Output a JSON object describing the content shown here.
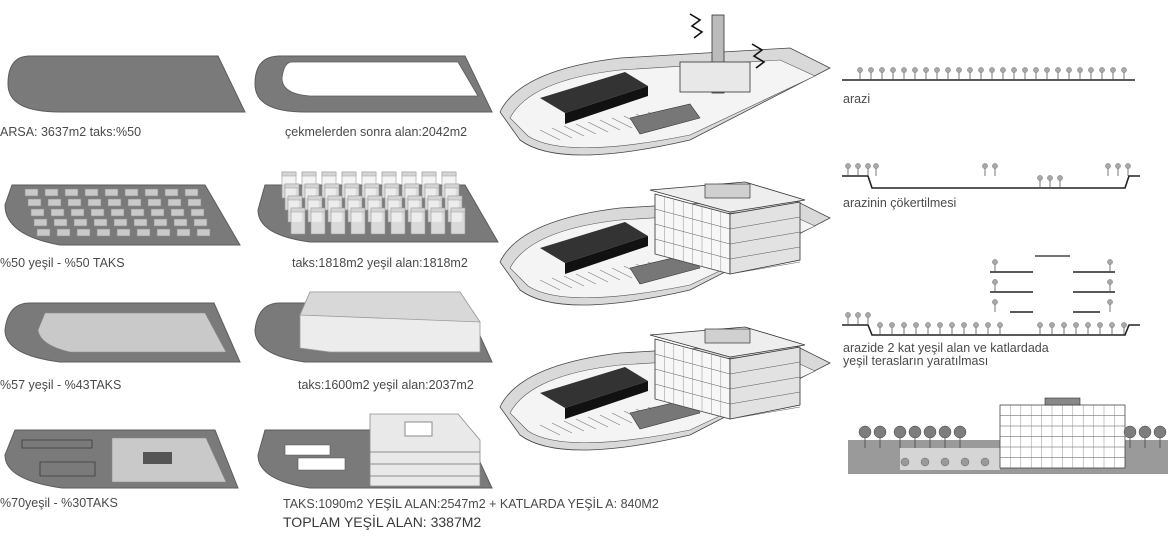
{
  "diagram_labels": {
    "row1_left": "ARSA: 3637m2   taks:%50",
    "row1_mid": "çekmelerden sonra alan:2042m2",
    "row2_left": "%50 yeşil - %50 TAKS",
    "row2_mid": "taks:1818m2      yeşil alan:1818m2",
    "row3_left": "%57 yeşil - %43TAKS",
    "row3_mid": "taks:1600m2      yeşil alan:2037m2",
    "row4_left": "%70yeşil - %30TAKS",
    "row4_mid": "TAKS:1090m2      YEŞİL ALAN:2547m2  + KATLARDA YEŞİL A: 840M2",
    "row4_total": "TOPLAM YEŞİL ALAN: 3387M2",
    "section1": "arazi",
    "section2": "arazinin çökertilmesi",
    "section3_line1": "arazide 2 kat yeşil alan ve katlardada",
    "section3_line2": "yeşil terasların yaratılması"
  },
  "colors": {
    "site_fill": "#7a7a7a",
    "site_edge": "#5c5c5c",
    "inner_white": "#ffffff",
    "block_fill": "#c9c9c9",
    "volume_fill": "#e6e6e6",
    "line": "#222222",
    "tree": "#9a9a9a"
  }
}
